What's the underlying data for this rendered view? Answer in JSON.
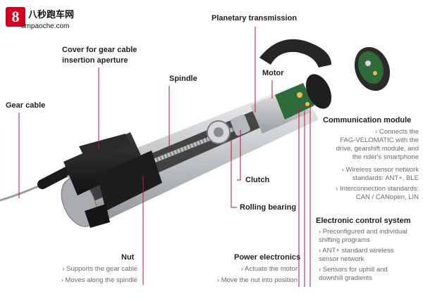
{
  "logo": {
    "mark": "8",
    "name_cn": "八秒跑车网",
    "url": "8mpaoche.com"
  },
  "labels": {
    "planetary": "Planetary transmission",
    "cover": "Cover for gear cable\ninsertion aperture",
    "motor": "Motor",
    "spindle": "Spindle",
    "gear_cable": "Gear cable",
    "clutch": "Clutch",
    "rolling_bearing": "Rolling bearing",
    "nut": "Nut",
    "power_electronics": "Power electronics",
    "communication": "Communication module",
    "electronic_control": "Electronic control system"
  },
  "details": {
    "communication": [
      "› Connects the\nFAG-VELOMATIC with the\ndrive, gearshift module, and\nthe rider's smartphone",
      "› Wireless sensor network\nstandards: ANT+, BLE",
      "› Interconnection standards:\nCAN / CANopen, LIN"
    ],
    "electronic_control": [
      "› Preconfigured and individual\nshifting programs",
      "› ANT+ standard wireless\nsensor network",
      "› Sensors for uphill and\ndownhill gradients"
    ],
    "nut": [
      "› Supports the gear cable",
      "› Moves along the spindle"
    ],
    "power_electronics": [
      "› Actuate the motor",
      "› Move the nut into position"
    ]
  },
  "colors": {
    "leader": "#c8102e",
    "body_dark": "#1e1e1e",
    "aluminum": "#c4c7ca",
    "pcb": "#2f6b3a"
  }
}
